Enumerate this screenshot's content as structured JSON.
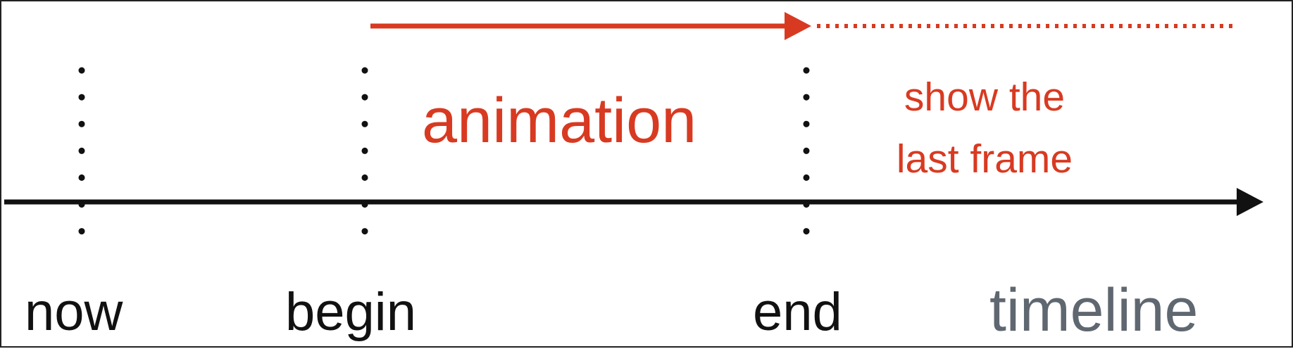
{
  "colors": {
    "accent": "#d83a21",
    "axis": "#111111",
    "muted": "#5f6770"
  },
  "labels": {
    "now": "now",
    "begin": "begin",
    "end": "end",
    "timeline": "timeline",
    "animation": "animation",
    "last_frame_line1": "show the",
    "last_frame_line2": "last frame"
  },
  "markers": [
    {
      "id": "now",
      "label": "now"
    },
    {
      "id": "begin",
      "label": "begin"
    },
    {
      "id": "end",
      "label": "end"
    }
  ]
}
